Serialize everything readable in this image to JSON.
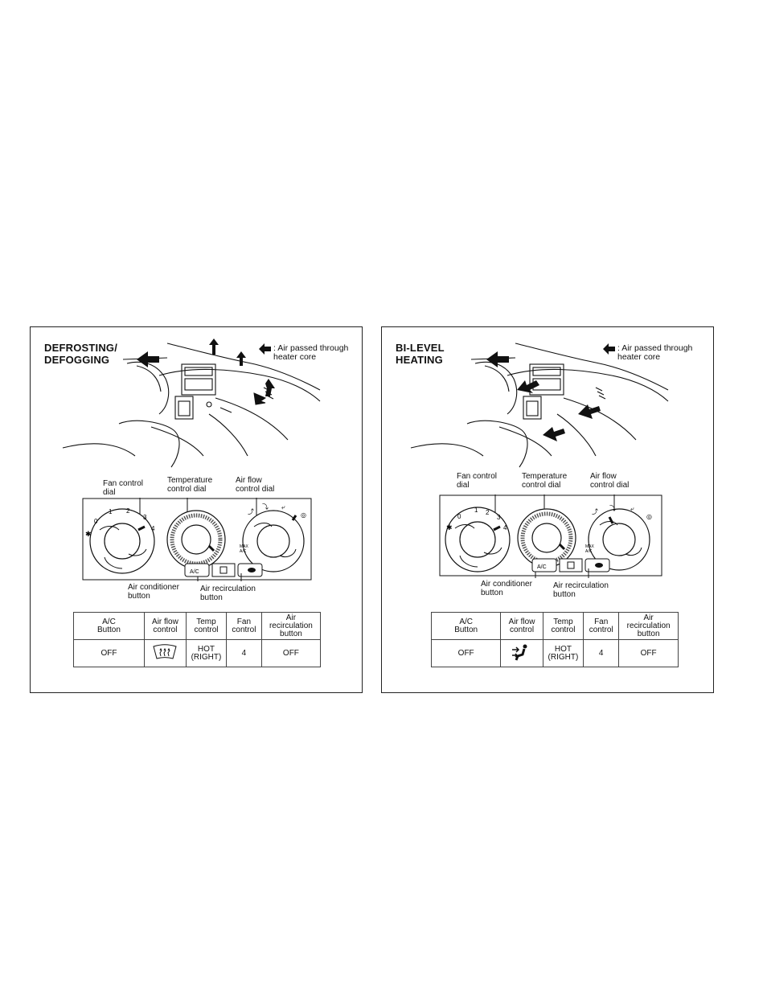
{
  "panels": [
    {
      "title": "DEFROSTING/\nDEFOGGING",
      "legend_text": ": Air passed through\n  heater core",
      "labels": {
        "fan": "Fan control\ndial",
        "temp": "Temperature\ncontrol dial",
        "airflow": "Air flow\ncontrol dial",
        "ac_button": "Air conditioner\nbutton",
        "recirc_button": "Air recirculation\nbutton"
      },
      "dial_marks": {
        "fan": [
          "0",
          "1",
          "2",
          "3",
          "4"
        ],
        "max_ac": "MAX\nA/C",
        "ac_btn": "A/C"
      },
      "table": {
        "headers": [
          "A/C\nButton",
          "Air flow\ncontrol",
          "Temp\ncontrol",
          "Fan\ncontrol",
          "Air\nrecirculation\nbutton"
        ],
        "values": [
          "OFF",
          "",
          "HOT\n(RIGHT)",
          "4",
          "OFF"
        ],
        "airflow_icon": "defrost-windshield-icon"
      }
    },
    {
      "title": "BI-LEVEL\nHEATING",
      "legend_text": ": Air passed through\n  heater core",
      "labels": {
        "fan": "Fan control\ndial",
        "temp": "Temperature\ncontrol dial",
        "airflow": "Air flow\ncontrol dial",
        "ac_button": "Air conditioner\nbutton",
        "recirc_button": "Air recirculation\nbutton"
      },
      "dial_marks": {
        "fan": [
          "0",
          "1",
          "2",
          "3",
          "4"
        ],
        "max_ac": "MAX\nA/C",
        "ac_btn": "A/C"
      },
      "table": {
        "headers": [
          "A/C\nButton",
          "Air flow\ncontrol",
          "Temp\ncontrol",
          "Fan\ncontrol",
          "Air\nrecirculation\nbutton"
        ],
        "values": [
          "OFF",
          "",
          "HOT\n(RIGHT)",
          "4",
          "OFF"
        ],
        "airflow_icon": "bi-level-vent-icon"
      }
    }
  ]
}
